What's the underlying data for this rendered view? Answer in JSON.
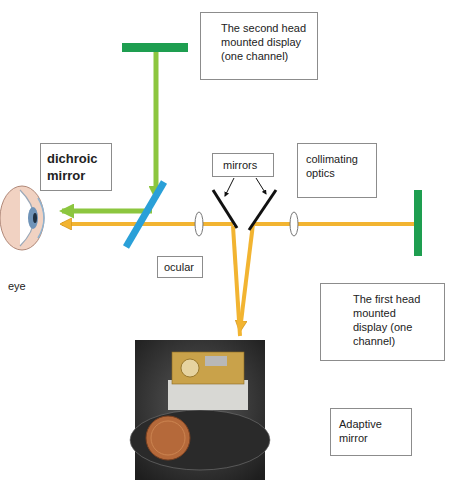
{
  "diagram": {
    "nodes": [
      {
        "text": [
          "The second head mounted display (one channel)"
        ]
      },
      {
        "text": [
          "dichroic mirror"
        ]
      },
      {
        "text": [
          "mirrors"
        ]
      },
      {
        "text": [
          "collimating optics"
        ]
      },
      {
        "text": [
          "ocular"
        ]
      },
      {
        "text": [
          "The first head mounted display (one channel)"
        ]
      },
      {
        "text": [
          "Adaptive mirror"
        ]
      }
    ],
    "labels": [
      "eye"
    ]
  }
}
